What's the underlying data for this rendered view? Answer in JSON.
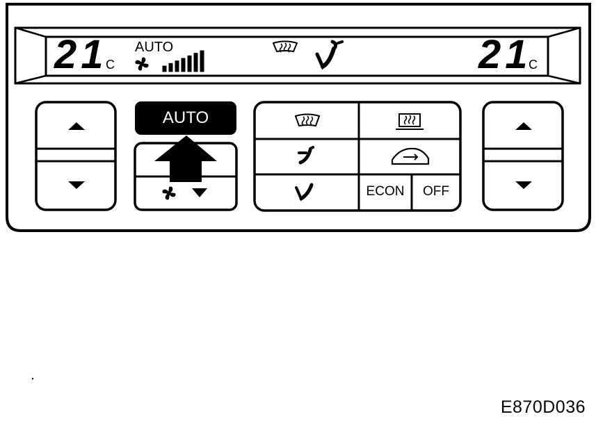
{
  "display": {
    "left_temp": "21",
    "left_unit": "C",
    "right_temp": "21",
    "right_unit": "C",
    "mode_text": "AUTO",
    "fan_level_bars": 7,
    "fan_level_max": 7
  },
  "buttons": {
    "auto_label": "AUTO",
    "econ_label": "ECON",
    "off_label": "OFF"
  },
  "icons": {
    "fan": "fan-icon",
    "defrost": "windshield-defrost-icon",
    "rear_defrost": "rear-window-defrost-icon",
    "vent": "face-vent-airflow-icon",
    "foot": "foot-airflow-icon",
    "recirculation": "recirculation-car-icon",
    "temp_up": "triangle-up-icon",
    "temp_down": "triangle-down-icon",
    "highlight_arrow": "up-arrow-icon"
  },
  "figure_code": "E870D036",
  "colors": {
    "ink": "#000000",
    "panel": "#ffffff"
  }
}
